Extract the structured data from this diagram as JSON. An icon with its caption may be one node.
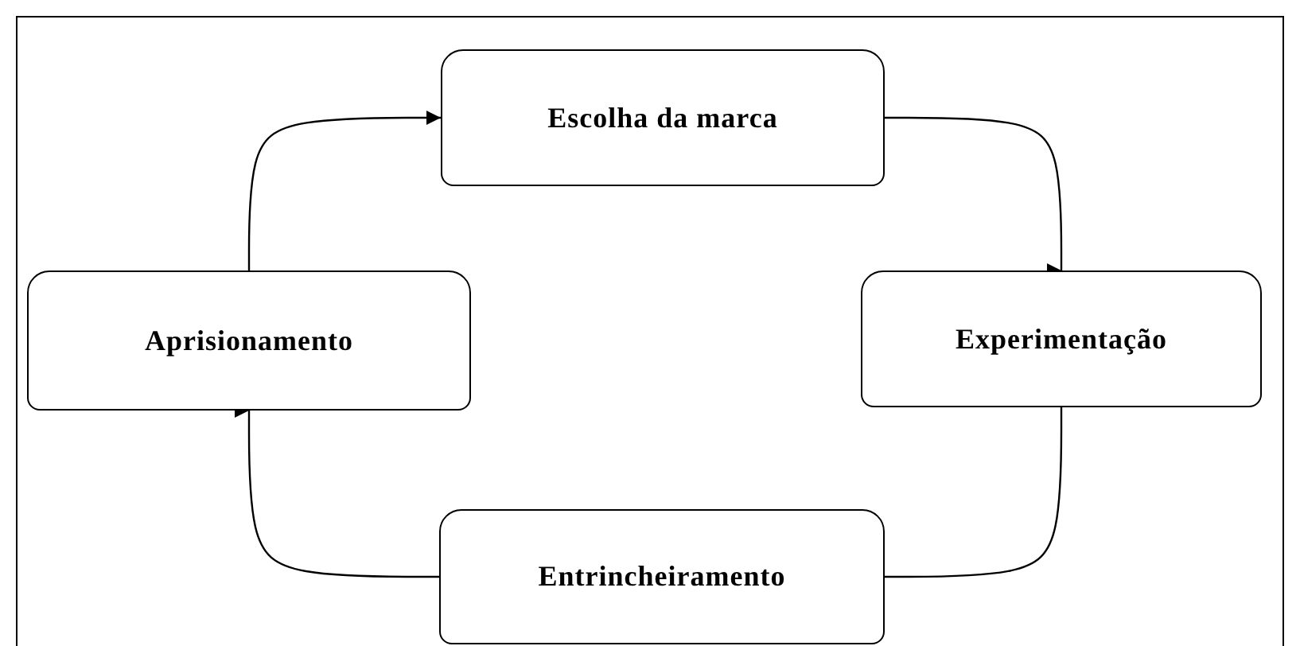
{
  "diagram": {
    "nodes": [
      {
        "text": [
          "Escolha da marca"
        ]
      },
      {
        "text": [
          "Experimentação"
        ]
      },
      {
        "text": [
          "Entrincheiramento"
        ]
      },
      {
        "text": [
          "Aprisionamento"
        ]
      }
    ],
    "edges": [
      {
        "from": 3,
        "to": 0,
        "arrow": "to"
      },
      {
        "from": 0,
        "to": 1,
        "arrow": "to"
      },
      {
        "from": 1,
        "to": 2,
        "arrow": "to"
      },
      {
        "from": 2,
        "to": 3,
        "arrow": "to"
      }
    ]
  }
}
